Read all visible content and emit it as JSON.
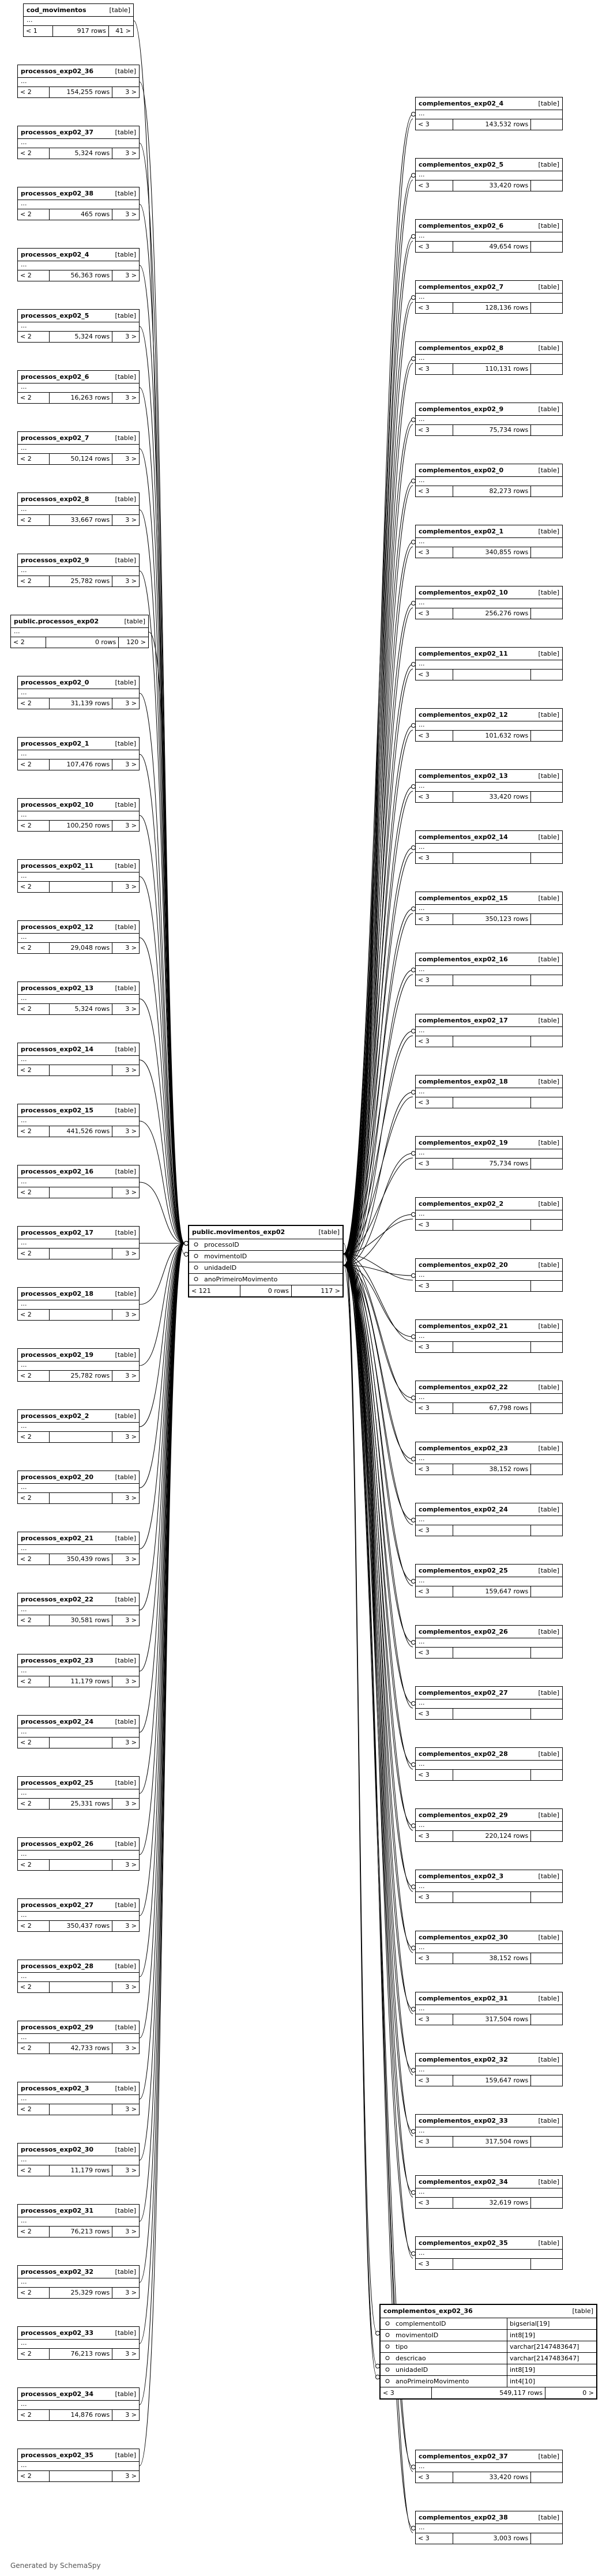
{
  "generator": "Generated by SchemaSpy",
  "colors": {
    "line": "#000000",
    "border": "#000000",
    "background": "#ffffff"
  },
  "tables": [
    {
      "name": "cod_movimentos",
      "type": "[table]",
      "left": "< 1",
      "rows": "917 rows",
      "right": "41 >",
      "side": "left"
    },
    {
      "name": "processos_exp02_36",
      "type": "[table]",
      "left": "< 2",
      "rows": "154,255 rows",
      "right": "3 >",
      "side": "left"
    },
    {
      "name": "processos_exp02_37",
      "type": "[table]",
      "left": "< 2",
      "rows": "5,324 rows",
      "right": "3 >",
      "side": "left"
    },
    {
      "name": "processos_exp02_38",
      "type": "[table]",
      "left": "< 2",
      "rows": "465 rows",
      "right": "3 >",
      "side": "left"
    },
    {
      "name": "processos_exp02_4",
      "type": "[table]",
      "left": "< 2",
      "rows": "56,363 rows",
      "right": "3 >",
      "side": "left"
    },
    {
      "name": "processos_exp02_5",
      "type": "[table]",
      "left": "< 2",
      "rows": "5,324 rows",
      "right": "3 >",
      "side": "left"
    },
    {
      "name": "processos_exp02_6",
      "type": "[table]",
      "left": "< 2",
      "rows": "16,263 rows",
      "right": "3 >",
      "side": "left"
    },
    {
      "name": "processos_exp02_7",
      "type": "[table]",
      "left": "< 2",
      "rows": "50,124 rows",
      "right": "3 >",
      "side": "left"
    },
    {
      "name": "processos_exp02_8",
      "type": "[table]",
      "left": "< 2",
      "rows": "33,667 rows",
      "right": "3 >",
      "side": "left"
    },
    {
      "name": "processos_exp02_9",
      "type": "[table]",
      "left": "< 2",
      "rows": "25,782 rows",
      "right": "3 >",
      "side": "left"
    },
    {
      "name": "public.processos_exp02",
      "type": "[table]",
      "left": "< 2",
      "rows": "0 rows",
      "right": "120 >",
      "side": "left"
    },
    {
      "name": "processos_exp02_0",
      "type": "[table]",
      "left": "< 2",
      "rows": "31,139 rows",
      "right": "3 >",
      "side": "left"
    },
    {
      "name": "processos_exp02_1",
      "type": "[table]",
      "left": "< 2",
      "rows": "107,476 rows",
      "right": "3 >",
      "side": "left"
    },
    {
      "name": "processos_exp02_10",
      "type": "[table]",
      "left": "< 2",
      "rows": "100,250 rows",
      "right": "3 >",
      "side": "left"
    },
    {
      "name": "processos_exp02_11",
      "type": "[table]",
      "left": "< 2",
      "rows": "",
      "right": "3 >",
      "side": "left"
    },
    {
      "name": "processos_exp02_12",
      "type": "[table]",
      "left": "< 2",
      "rows": "29,048 rows",
      "right": "3 >",
      "side": "left"
    },
    {
      "name": "processos_exp02_13",
      "type": "[table]",
      "left": "< 2",
      "rows": "5,324 rows",
      "right": "3 >",
      "side": "left"
    },
    {
      "name": "processos_exp02_14",
      "type": "[table]",
      "left": "< 2",
      "rows": "",
      "right": "3 >",
      "side": "left"
    },
    {
      "name": "processos_exp02_15",
      "type": "[table]",
      "left": "< 2",
      "rows": "441,526 rows",
      "right": "3 >",
      "side": "left"
    },
    {
      "name": "processos_exp02_16",
      "type": "[table]",
      "left": "< 2",
      "rows": "",
      "right": "3 >",
      "side": "left"
    },
    {
      "name": "processos_exp02_17",
      "type": "[table]",
      "left": "< 2",
      "rows": "",
      "right": "3 >",
      "side": "left"
    },
    {
      "name": "processos_exp02_18",
      "type": "[table]",
      "left": "< 2",
      "rows": "",
      "right": "3 >",
      "side": "left"
    },
    {
      "name": "processos_exp02_19",
      "type": "[table]",
      "left": "< 2",
      "rows": "25,782 rows",
      "right": "3 >",
      "side": "left"
    },
    {
      "name": "processos_exp02_2",
      "type": "[table]",
      "left": "< 2",
      "rows": "",
      "right": "3 >",
      "side": "left"
    },
    {
      "name": "processos_exp02_20",
      "type": "[table]",
      "left": "< 2",
      "rows": "",
      "right": "3 >",
      "side": "left"
    },
    {
      "name": "processos_exp02_21",
      "type": "[table]",
      "left": "< 2",
      "rows": "350,439 rows",
      "right": "3 >",
      "side": "left"
    },
    {
      "name": "processos_exp02_22",
      "type": "[table]",
      "left": "< 2",
      "rows": "30,581 rows",
      "right": "3 >",
      "side": "left"
    },
    {
      "name": "processos_exp02_23",
      "type": "[table]",
      "left": "< 2",
      "rows": "11,179 rows",
      "right": "3 >",
      "side": "left"
    },
    {
      "name": "processos_exp02_24",
      "type": "[table]",
      "left": "< 2",
      "rows": "",
      "right": "3 >",
      "side": "left"
    },
    {
      "name": "processos_exp02_25",
      "type": "[table]",
      "left": "< 2",
      "rows": "25,331 rows",
      "right": "3 >",
      "side": "left"
    },
    {
      "name": "processos_exp02_26",
      "type": "[table]",
      "left": "< 2",
      "rows": "",
      "right": "3 >",
      "side": "left"
    },
    {
      "name": "processos_exp02_27",
      "type": "[table]",
      "left": "< 2",
      "rows": "350,437 rows",
      "right": "3 >",
      "side": "left"
    },
    {
      "name": "processos_exp02_28",
      "type": "[table]",
      "left": "< 2",
      "rows": "",
      "right": "3 >",
      "side": "left"
    },
    {
      "name": "processos_exp02_29",
      "type": "[table]",
      "left": "< 2",
      "rows": "42,733 rows",
      "right": "3 >",
      "side": "left"
    },
    {
      "name": "processos_exp02_3",
      "type": "[table]",
      "left": "< 2",
      "rows": "",
      "right": "3 >",
      "side": "left"
    },
    {
      "name": "processos_exp02_30",
      "type": "[table]",
      "left": "< 2",
      "rows": "11,179 rows",
      "right": "3 >",
      "side": "left"
    },
    {
      "name": "processos_exp02_31",
      "type": "[table]",
      "left": "< 2",
      "rows": "76,213 rows",
      "right": "3 >",
      "side": "left"
    },
    {
      "name": "processos_exp02_32",
      "type": "[table]",
      "left": "< 2",
      "rows": "25,329 rows",
      "right": "3 >",
      "side": "left"
    },
    {
      "name": "processos_exp02_33",
      "type": "[table]",
      "left": "< 2",
      "rows": "76,213 rows",
      "right": "3 >",
      "side": "left"
    },
    {
      "name": "processos_exp02_34",
      "type": "[table]",
      "left": "< 2",
      "rows": "14,876 rows",
      "right": "3 >",
      "side": "left"
    },
    {
      "name": "processos_exp02_35",
      "type": "[table]",
      "left": "< 2",
      "rows": "",
      "right": "3 >",
      "side": "left"
    },
    {
      "name": "complementos_exp02_4",
      "type": "[table]",
      "left": "< 3",
      "rows": "143,532 rows",
      "right": "",
      "side": "right"
    },
    {
      "name": "complementos_exp02_5",
      "type": "[table]",
      "left": "< 3",
      "rows": "33,420 rows",
      "right": "",
      "side": "right"
    },
    {
      "name": "complementos_exp02_6",
      "type": "[table]",
      "left": "< 3",
      "rows": "49,654 rows",
      "right": "",
      "side": "right"
    },
    {
      "name": "complementos_exp02_7",
      "type": "[table]",
      "left": "< 3",
      "rows": "128,136 rows",
      "right": "",
      "side": "right"
    },
    {
      "name": "complementos_exp02_8",
      "type": "[table]",
      "left": "< 3",
      "rows": "110,131 rows",
      "right": "",
      "side": "right"
    },
    {
      "name": "complementos_exp02_9",
      "type": "[table]",
      "left": "< 3",
      "rows": "75,734 rows",
      "right": "",
      "side": "right"
    },
    {
      "name": "complementos_exp02_0",
      "type": "[table]",
      "left": "< 3",
      "rows": "82,273 rows",
      "right": "",
      "side": "right"
    },
    {
      "name": "complementos_exp02_1",
      "type": "[table]",
      "left": "< 3",
      "rows": "340,855 rows",
      "right": "",
      "side": "right"
    },
    {
      "name": "complementos_exp02_10",
      "type": "[table]",
      "left": "< 3",
      "rows": "256,276 rows",
      "right": "",
      "side": "right"
    },
    {
      "name": "complementos_exp02_11",
      "type": "[table]",
      "left": "< 3",
      "rows": "",
      "right": "",
      "side": "right"
    },
    {
      "name": "complementos_exp02_12",
      "type": "[table]",
      "left": "< 3",
      "rows": "101,632 rows",
      "right": "",
      "side": "right"
    },
    {
      "name": "complementos_exp02_13",
      "type": "[table]",
      "left": "< 3",
      "rows": "33,420 rows",
      "right": "",
      "side": "right"
    },
    {
      "name": "complementos_exp02_14",
      "type": "[table]",
      "left": "< 3",
      "rows": "",
      "right": "",
      "side": "right"
    },
    {
      "name": "complementos_exp02_15",
      "type": "[table]",
      "left": "< 3",
      "rows": "350,123 rows",
      "right": "",
      "side": "right"
    },
    {
      "name": "complementos_exp02_16",
      "type": "[table]",
      "left": "< 3",
      "rows": "",
      "right": "",
      "side": "right"
    },
    {
      "name": "complementos_exp02_17",
      "type": "[table]",
      "left": "< 3",
      "rows": "",
      "right": "",
      "side": "right"
    },
    {
      "name": "complementos_exp02_18",
      "type": "[table]",
      "left": "< 3",
      "rows": "",
      "right": "",
      "side": "right"
    },
    {
      "name": "complementos_exp02_19",
      "type": "[table]",
      "left": "< 3",
      "rows": "75,734 rows",
      "right": "",
      "side": "right"
    },
    {
      "name": "complementos_exp02_2",
      "type": "[table]",
      "left": "< 3",
      "rows": "",
      "right": "",
      "side": "right"
    },
    {
      "name": "complementos_exp02_20",
      "type": "[table]",
      "left": "< 3",
      "rows": "",
      "right": "",
      "side": "right"
    },
    {
      "name": "complementos_exp02_21",
      "type": "[table]",
      "left": "< 3",
      "rows": "",
      "right": "",
      "side": "right"
    },
    {
      "name": "complementos_exp02_22",
      "type": "[table]",
      "left": "< 3",
      "rows": "67,798 rows",
      "right": "",
      "side": "right"
    },
    {
      "name": "complementos_exp02_23",
      "type": "[table]",
      "left": "< 3",
      "rows": "38,152 rows",
      "right": "",
      "side": "right"
    },
    {
      "name": "complementos_exp02_24",
      "type": "[table]",
      "left": "< 3",
      "rows": "",
      "right": "",
      "side": "right"
    },
    {
      "name": "complementos_exp02_25",
      "type": "[table]",
      "left": "< 3",
      "rows": "159,647 rows",
      "right": "",
      "side": "right"
    },
    {
      "name": "complementos_exp02_26",
      "type": "[table]",
      "left": "< 3",
      "rows": "",
      "right": "",
      "side": "right"
    },
    {
      "name": "complementos_exp02_27",
      "type": "[table]",
      "left": "< 3",
      "rows": "",
      "right": "",
      "side": "right"
    },
    {
      "name": "complementos_exp02_28",
      "type": "[table]",
      "left": "< 3",
      "rows": "",
      "right": "",
      "side": "right"
    },
    {
      "name": "complementos_exp02_29",
      "type": "[table]",
      "left": "< 3",
      "rows": "220,124 rows",
      "right": "",
      "side": "right"
    },
    {
      "name": "complementos_exp02_3",
      "type": "[table]",
      "left": "< 3",
      "rows": "",
      "right": "",
      "side": "right"
    },
    {
      "name": "complementos_exp02_30",
      "type": "[table]",
      "left": "< 3",
      "rows": "38,152 rows",
      "right": "",
      "side": "right"
    },
    {
      "name": "complementos_exp02_31",
      "type": "[table]",
      "left": "< 3",
      "rows": "317,504 rows",
      "right": "",
      "side": "right"
    },
    {
      "name": "complementos_exp02_32",
      "type": "[table]",
      "left": "< 3",
      "rows": "159,647 rows",
      "right": "",
      "side": "right"
    },
    {
      "name": "complementos_exp02_33",
      "type": "[table]",
      "left": "< 3",
      "rows": "317,504 rows",
      "right": "",
      "side": "right"
    },
    {
      "name": "complementos_exp02_34",
      "type": "[table]",
      "left": "< 3",
      "rows": "32,619 rows",
      "right": "",
      "side": "right"
    },
    {
      "name": "complementos_exp02_35",
      "type": "[table]",
      "left": "< 3",
      "rows": "",
      "right": "",
      "side": "right"
    },
    {
      "name": "complementos_exp02_37",
      "type": "[table]",
      "left": "< 3",
      "rows": "33,420 rows",
      "right": "",
      "side": "right"
    },
    {
      "name": "complementos_exp02_38",
      "type": "[table]",
      "left": "< 3",
      "rows": "3,003 rows",
      "right": "",
      "side": "right"
    }
  ],
  "movimentos": {
    "name": "public.movimentos_exp02",
    "type": "[table]",
    "columns": [
      "processoID",
      "movimentoID",
      "unidadeID",
      "anoPrimeiroMovimento"
    ],
    "left": "< 121",
    "rows": "0 rows",
    "right": "117 >"
  },
  "complementos36": {
    "name": "complementos_exp02_36",
    "type": "[table]",
    "columns": [
      {
        "name": "complementoID",
        "type": "bigserial[19]"
      },
      {
        "name": "movimentoID",
        "type": "int8[19]"
      },
      {
        "name": "tipo",
        "type": "varchar[2147483647]"
      },
      {
        "name": "descricao",
        "type": "varchar[2147483647]"
      },
      {
        "name": "unidadeID",
        "type": "int8[19]"
      },
      {
        "name": "anoPrimeiroMovimento",
        "type": "int4[10]"
      }
    ],
    "left": "< 3",
    "rows": "549,117 rows",
    "right": "0 >"
  }
}
